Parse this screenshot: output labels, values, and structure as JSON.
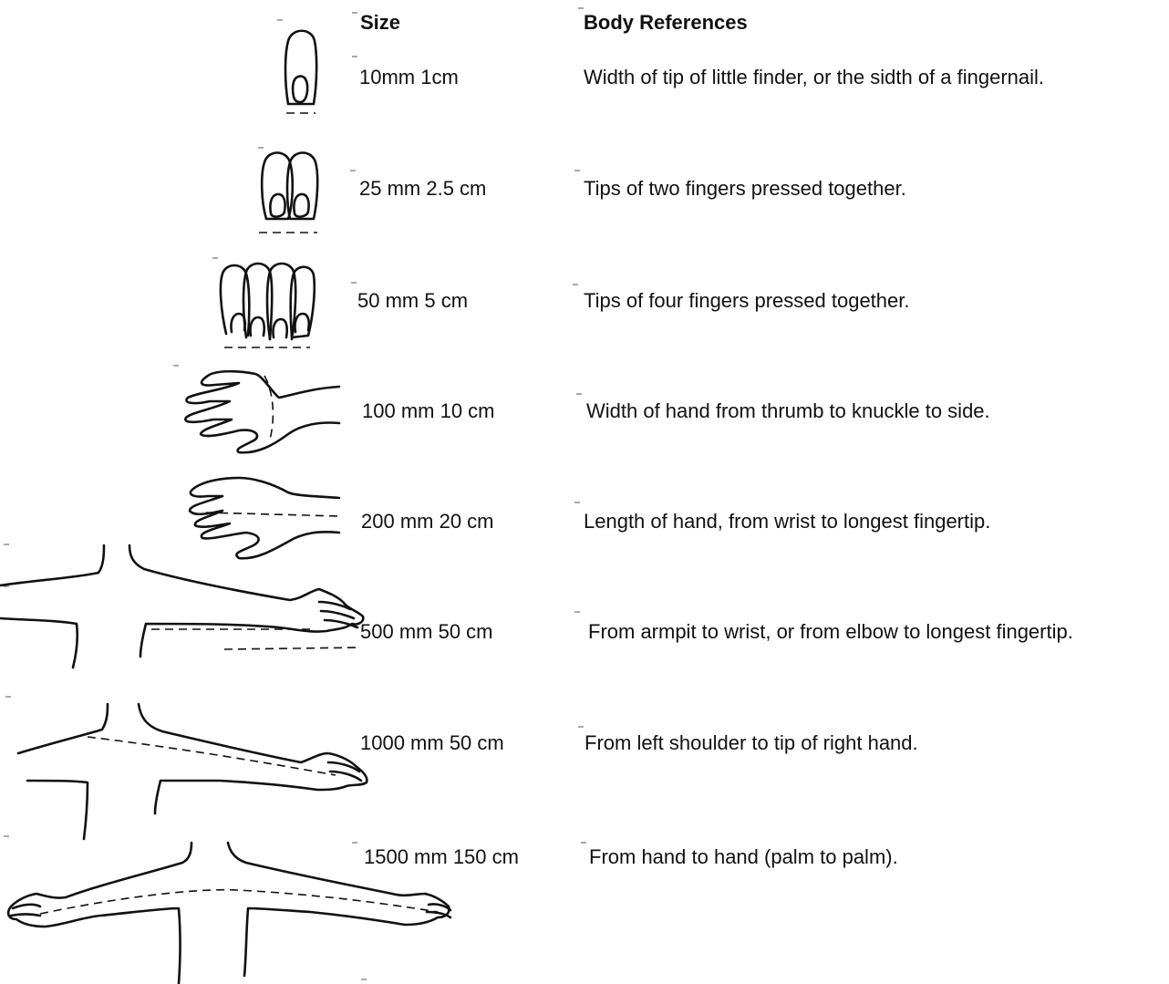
{
  "headers": {
    "size": "Size",
    "references": "Body References"
  },
  "rows": [
    {
      "size": "10mm  1cm",
      "reference": "Width of tip of little finder, or the sidth of a fingernail.",
      "illustration": "one-fingertip-icon"
    },
    {
      "size": "25 mm  2.5 cm",
      "reference": "Tips of two fingers pressed together.",
      "illustration": "two-fingertips-icon"
    },
    {
      "size": "50 mm  5 cm",
      "reference": "Tips of four fingers pressed together.",
      "illustration": "four-fingertips-icon"
    },
    {
      "size": "100 mm   10 cm",
      "reference": "Width of hand from thrumb to knuckle to side.",
      "illustration": "hand-width-icon"
    },
    {
      "size": "200 mm  20 cm",
      "reference": "Length of hand, from wrist to longest fingertip.",
      "illustration": "hand-length-icon"
    },
    {
      "size": "500 mm  50 cm",
      "reference": "From armpit to wrist, or from elbow to longest fingertip.",
      "illustration": "forearm-length-icon"
    },
    {
      "size": "1000 mm  50 cm",
      "reference": "From left shoulder to tip of right hand.",
      "illustration": "shoulder-to-hand-icon"
    },
    {
      "size": "1500 mm  150 cm",
      "reference": "From hand to hand (palm to palm).",
      "illustration": "arm-span-icon"
    }
  ]
}
